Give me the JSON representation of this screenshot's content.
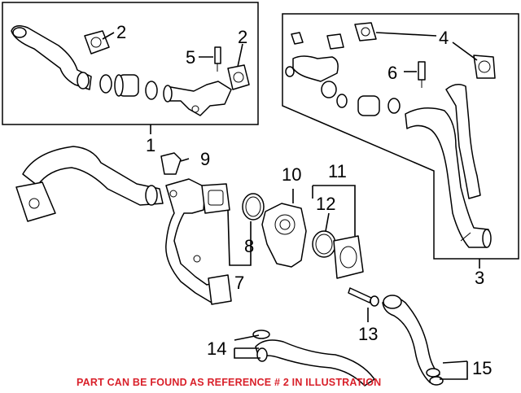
{
  "callouts": {
    "c1": "1",
    "c2a": "2",
    "c2b": "2",
    "c3": "3",
    "c4": "4",
    "c5": "5",
    "c6": "6",
    "c7": "7",
    "c8": "8",
    "c9": "9",
    "c10": "10",
    "c11": "11",
    "c12": "12",
    "c13": "13",
    "c14": "14",
    "c15": "15"
  },
  "note": "PART CAN BE FOUND AS REFERENCE # 2 IN ILLUSTRATION",
  "colors": {
    "note": "#d9202a",
    "line": "#000000"
  }
}
